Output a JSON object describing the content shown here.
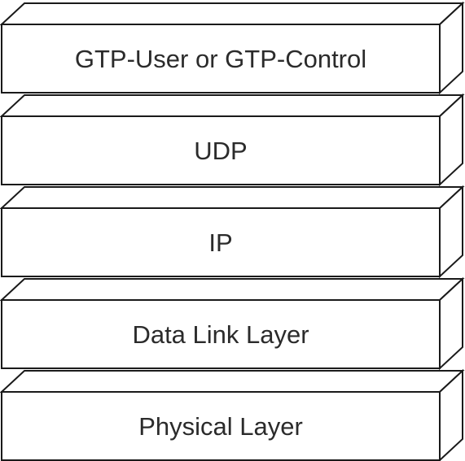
{
  "diagram": {
    "layers": [
      {
        "label": "GTP-User or GTP-Control"
      },
      {
        "label": "UDP"
      },
      {
        "label": "IP"
      },
      {
        "label": "Data Link Layer"
      },
      {
        "label": "Physical Layer"
      }
    ]
  }
}
